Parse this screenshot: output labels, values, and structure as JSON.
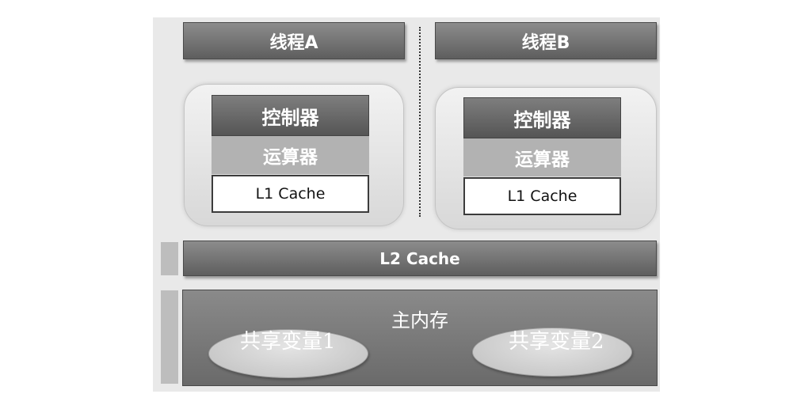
{
  "threads": [
    {
      "label": "线程A",
      "controller": "控制器",
      "alu": "运算器",
      "l1": "L1 Cache"
    },
    {
      "label": "线程B",
      "controller": "控制器",
      "alu": "运算器",
      "l1": "L1 Cache"
    }
  ],
  "l2_cache": "L2 Cache",
  "main_memory": {
    "title": "主内存",
    "shared_vars": [
      "共享变量1",
      "共享变量2"
    ]
  }
}
